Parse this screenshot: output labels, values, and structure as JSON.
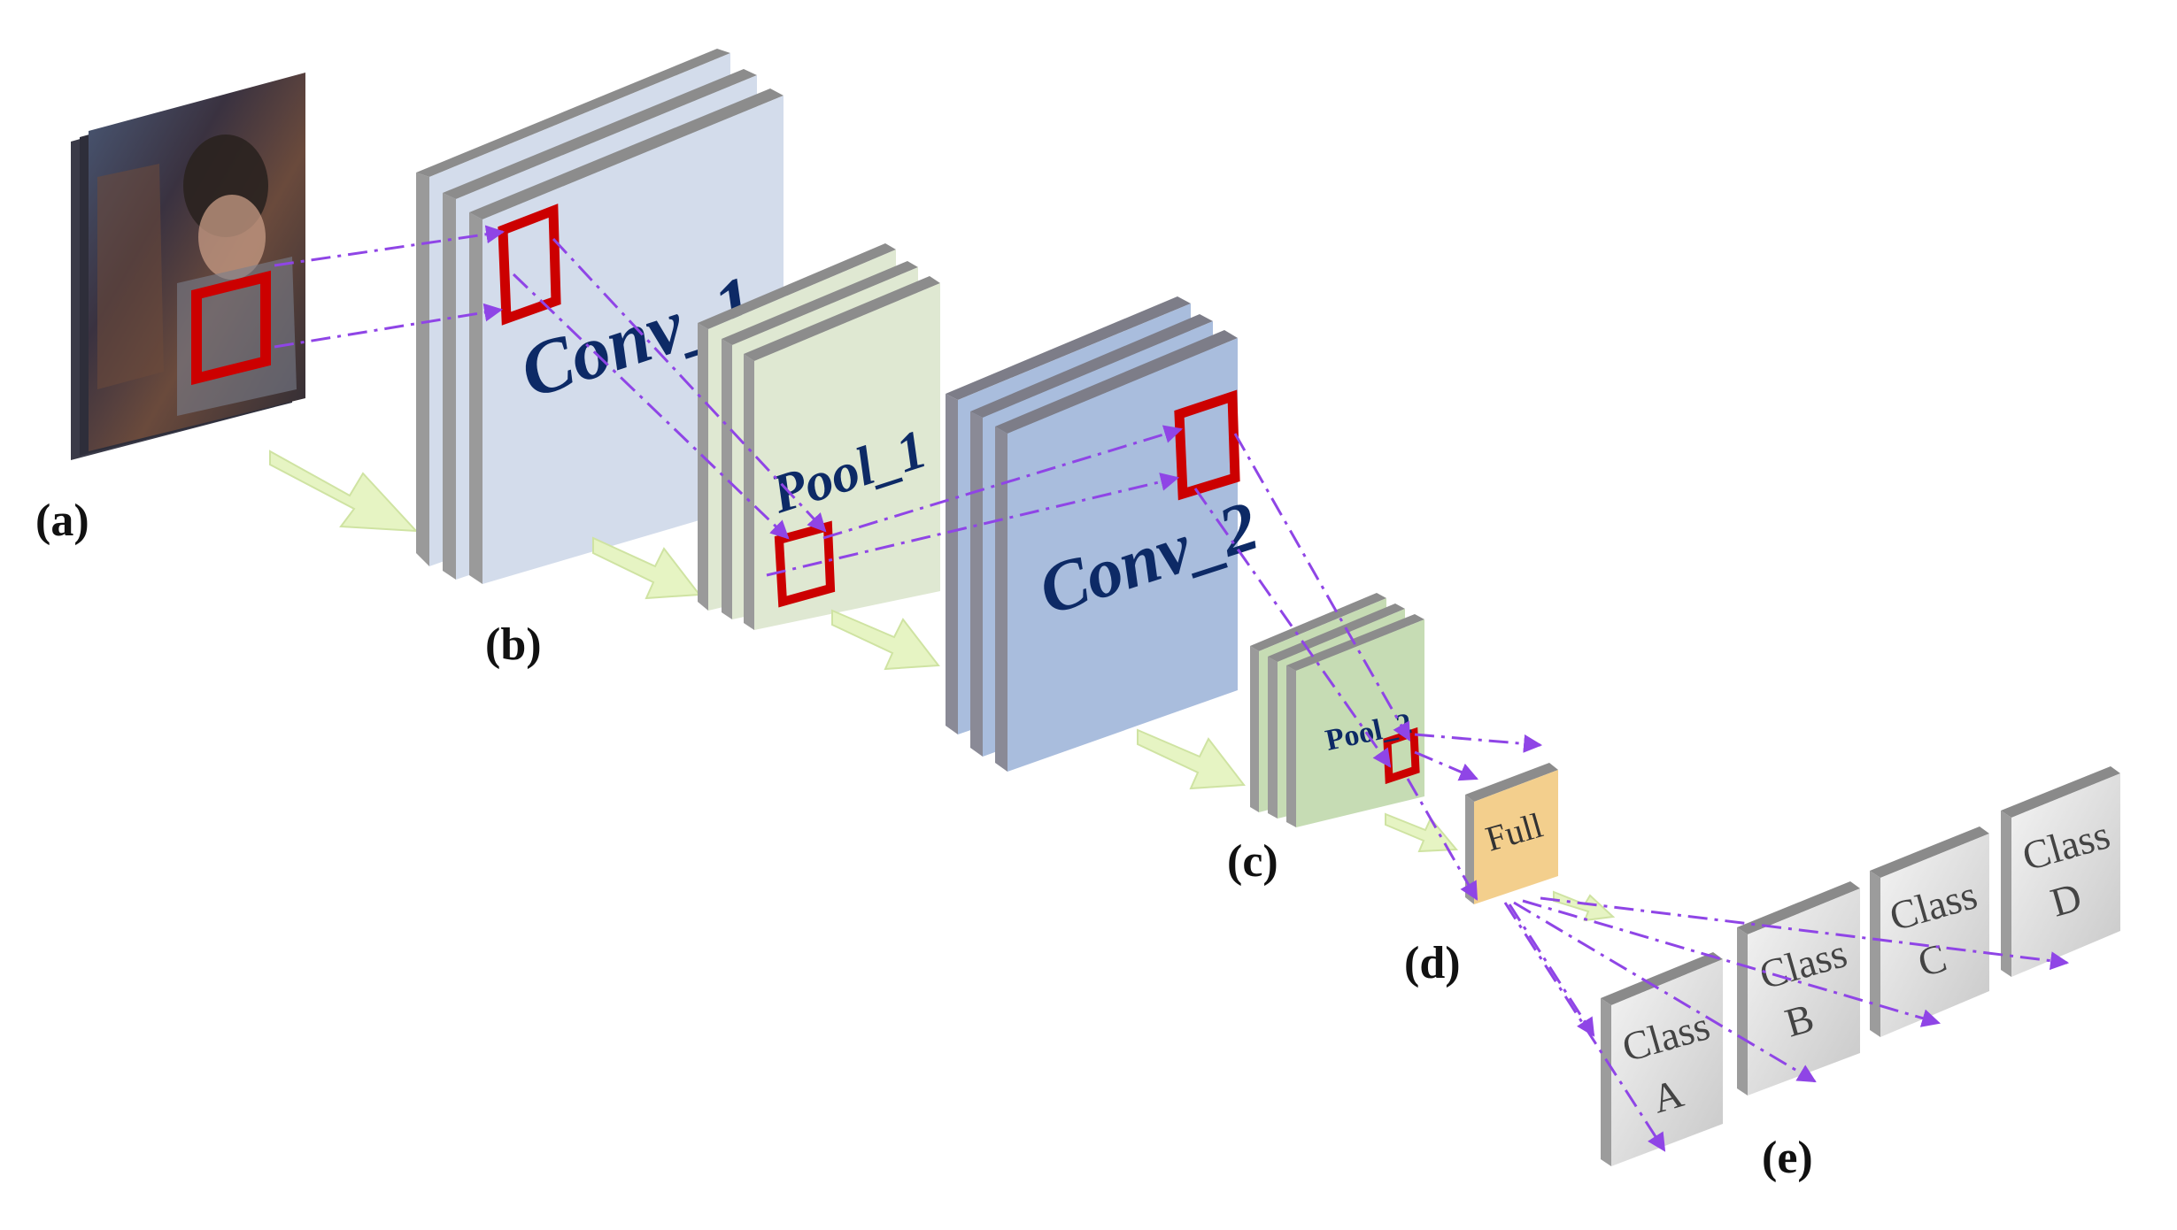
{
  "diagram": {
    "input_label": "(a)",
    "conv1_text": "Conv_1",
    "pool1_text": "Pool_1",
    "conv2_text": "Conv_2",
    "pool2_text": "Pool_2",
    "full_text": "Full",
    "labels": {
      "b": "(b)",
      "c": "(c)",
      "d": "(d)",
      "e": "(e)"
    },
    "classes": [
      {
        "line1": "Class",
        "line2": "A"
      },
      {
        "line1": "Class",
        "line2": "B"
      },
      {
        "line1": "Class",
        "line2": "C"
      },
      {
        "line1": "Class",
        "line2": "D"
      }
    ],
    "colors": {
      "conv1": "#d3dceb",
      "pool1": "#dfe8d2",
      "conv2": "#a9bddd",
      "pool2": "#c6dcb4",
      "full": "#f3cf8d",
      "class_box": "#dcdcdc",
      "layer_text": "#0d2a66",
      "arrow_dash": "#8f45e6",
      "flow_arrow": "#e6f4c3",
      "window": "#cc0000"
    }
  }
}
